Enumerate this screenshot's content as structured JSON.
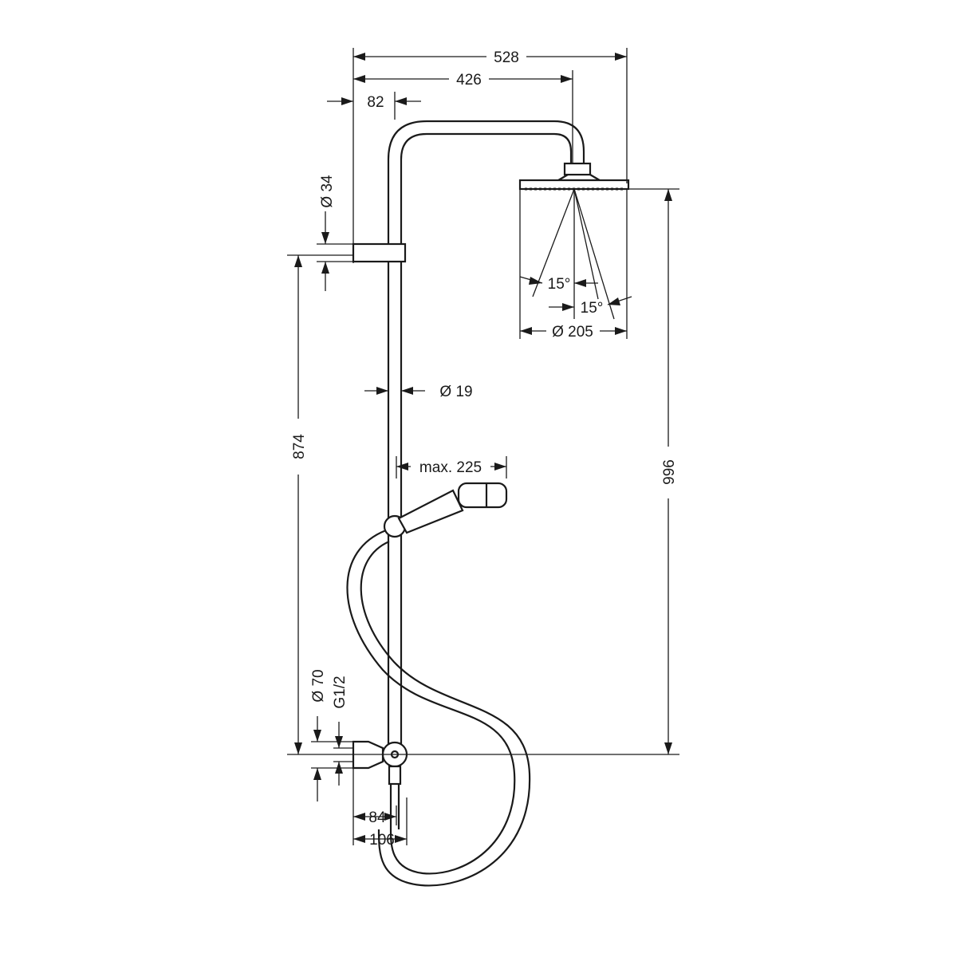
{
  "dimensions": {
    "overall_width": "528",
    "arm_reach": "426",
    "wall_offset": "82",
    "bracket_diameter": "Ø 34",
    "headshower_diameter": "Ø 205",
    "angle_left": "15°",
    "angle_right": "15°",
    "rail_diameter": "Ø 19",
    "handshower_max": "max. 225",
    "rail_height": "874",
    "total_height": "996",
    "connection_diameter": "Ø 70",
    "thread": "G1/2",
    "mixer_depth": "84",
    "mixer_depth_total": "106"
  }
}
